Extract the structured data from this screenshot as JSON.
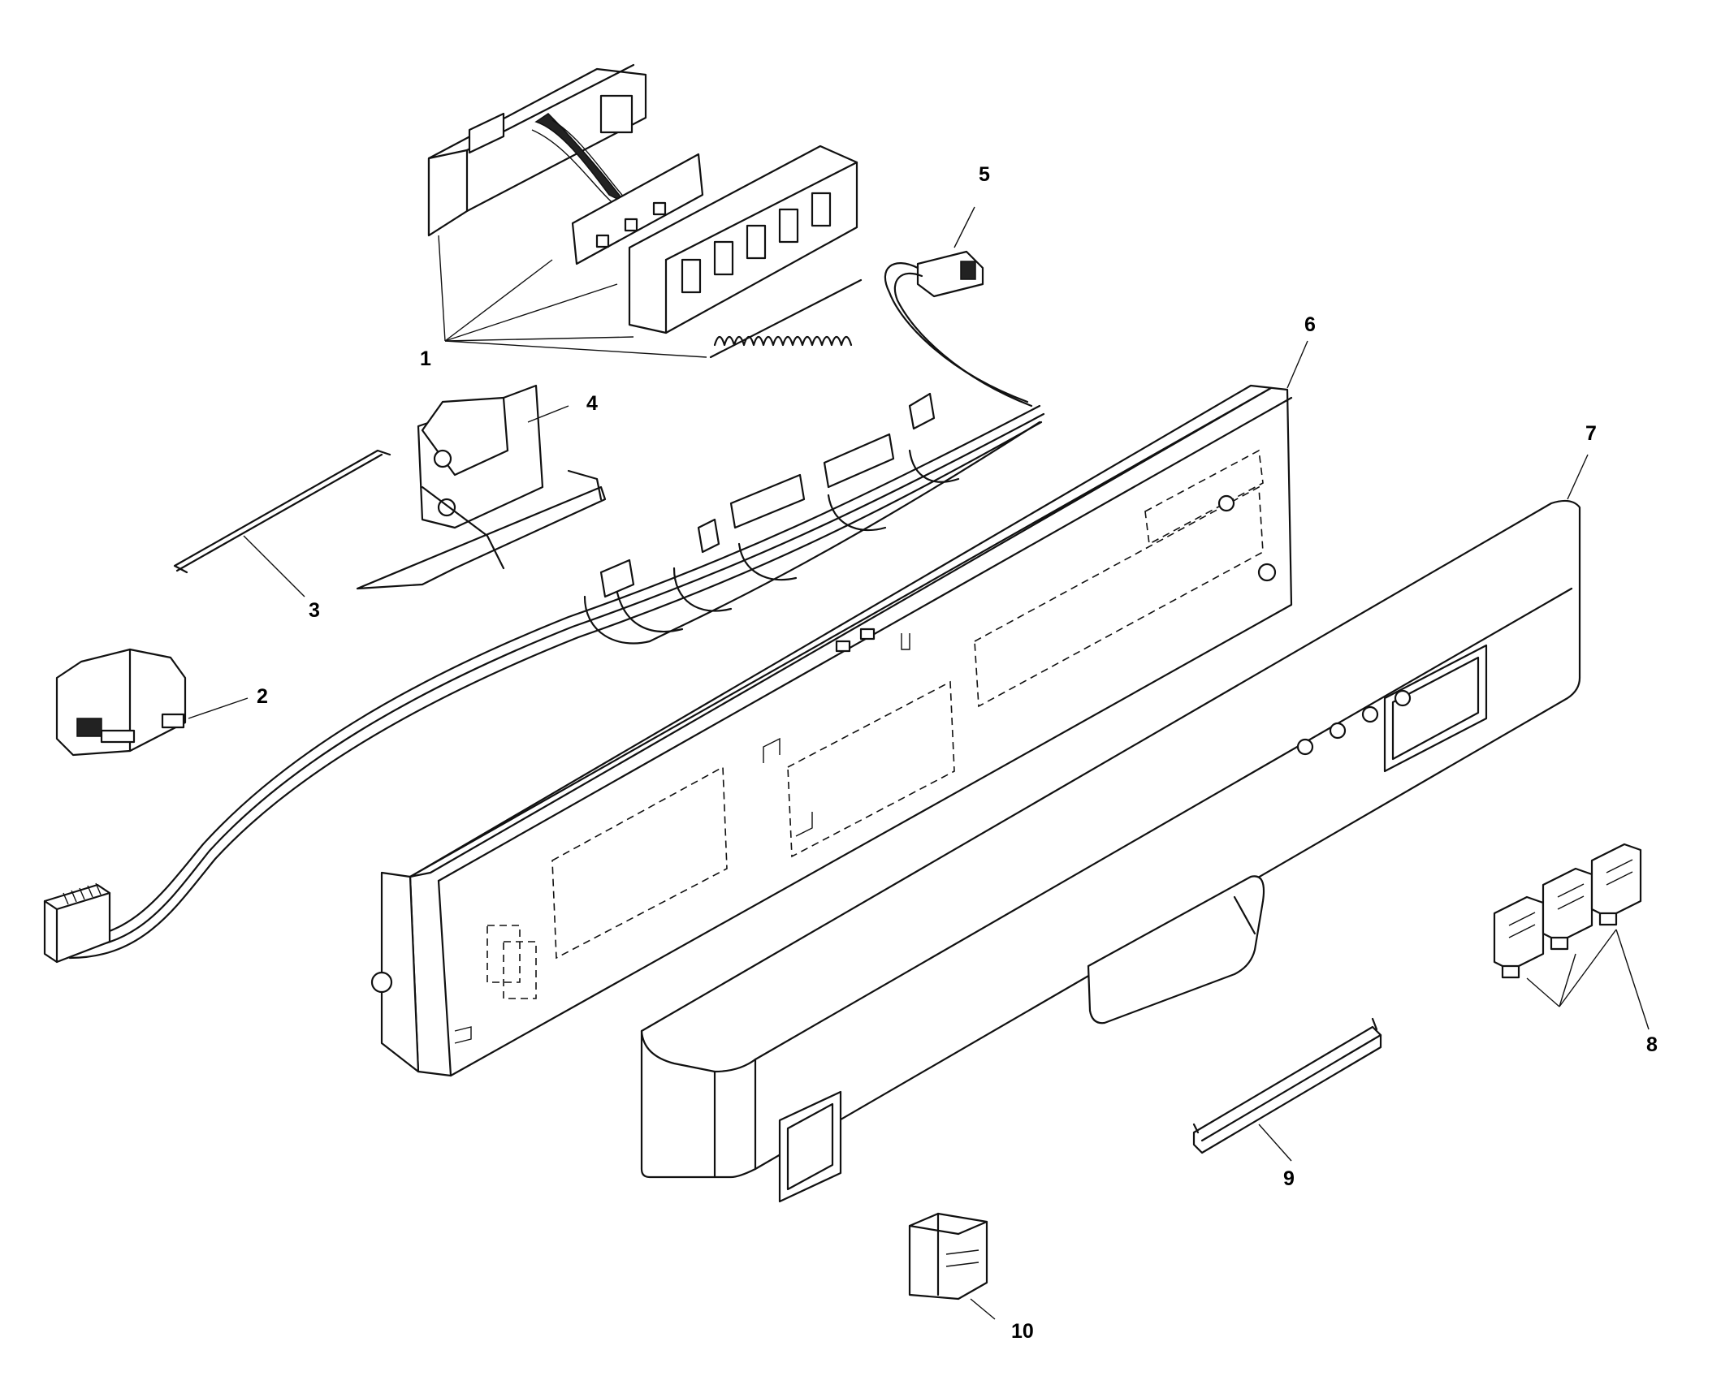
{
  "diagram": {
    "callouts": [
      {
        "id": "1",
        "text": "1"
      },
      {
        "id": "2",
        "text": "2"
      },
      {
        "id": "3",
        "text": "3"
      },
      {
        "id": "4",
        "text": "4"
      },
      {
        "id": "5",
        "text": "5"
      },
      {
        "id": "6",
        "text": "6"
      },
      {
        "id": "7",
        "text": "7"
      },
      {
        "id": "8",
        "text": "8"
      },
      {
        "id": "9",
        "text": "9"
      },
      {
        "id": "10",
        "text": "10"
      }
    ]
  }
}
